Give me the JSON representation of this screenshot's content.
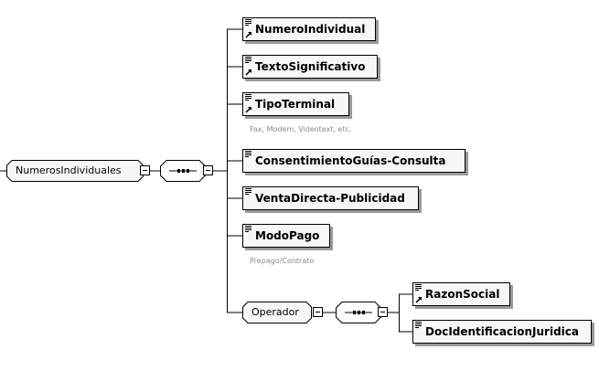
{
  "diagram": {
    "root": {
      "label": "NumerosIndividuales"
    },
    "root_sequence": {
      "label": "sequence"
    },
    "elements": [
      {
        "label": "NumeroIndividual",
        "attached": true
      },
      {
        "label": "TextoSignificativo",
        "attached": true
      },
      {
        "label": "TipoTerminal",
        "attached": true,
        "annotation": "Fax, Modem, Videotext, etc."
      },
      {
        "label": "ConsentimientoGuías-Consulta",
        "attached": false
      },
      {
        "label": "VentaDirecta-Publicidad",
        "attached": false
      },
      {
        "label": "ModoPago",
        "attached": false,
        "annotation": "Prepago/Contrato"
      }
    ],
    "operador": {
      "label": "Operador",
      "sequence": {
        "label": "sequence"
      },
      "children": [
        {
          "label": "RazonSocial",
          "attached": true
        },
        {
          "label": "DocIdentificacionJuridica",
          "attached": false
        }
      ]
    },
    "icons": {
      "element": "element-doc-icon",
      "attached": "attached-ref-icon",
      "collapse": "minus-icon",
      "sequence": "sequence-icon"
    }
  }
}
